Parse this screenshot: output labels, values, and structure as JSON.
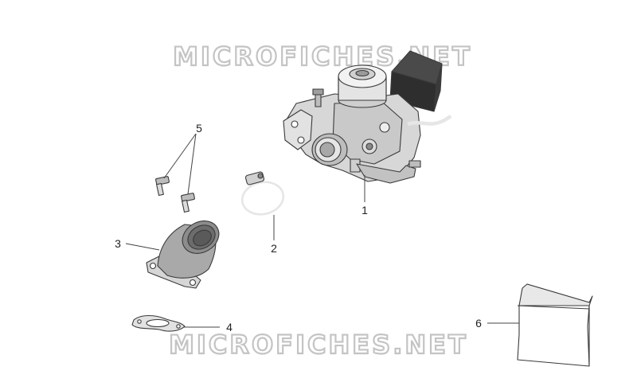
{
  "watermark": {
    "top": "MICROFICHES.NET",
    "bottom": "MICROFICHES.NET"
  },
  "callouts": {
    "c1": "1",
    "c2": "2",
    "c3": "3",
    "c4": "4",
    "c5": "5",
    "c6": "6"
  },
  "colors": {
    "line": "#3a3a3a",
    "fill_light": "#e8e8e8",
    "fill_mid": "#c8c8c8",
    "fill_dark": "#8a8a8a",
    "watermark": "#c4c4c4"
  }
}
